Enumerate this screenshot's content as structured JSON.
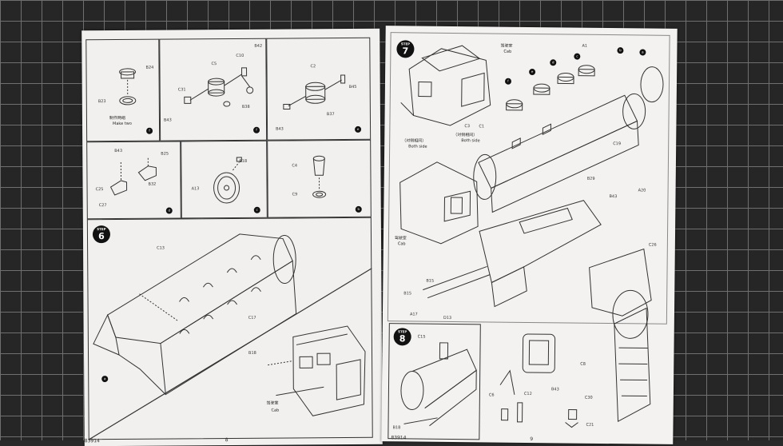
{
  "left_page": {
    "product_code": "83914",
    "page_number": "8",
    "panels": [
      {
        "id": "a",
        "marker": "f",
        "parts": [
          "B24",
          "B23"
        ],
        "caption": "制作两组",
        "caption_en": "Make two"
      },
      {
        "id": "b",
        "marker": "f",
        "parts": [
          "C5",
          "C10",
          "B42",
          "C31",
          "B43",
          "B38"
        ]
      },
      {
        "id": "c",
        "marker": "e",
        "parts": [
          "C2",
          "B43",
          "B45",
          "B37"
        ]
      },
      {
        "id": "d",
        "marker": "d",
        "parts": [
          "B43",
          "B25",
          "B32",
          "C25",
          "C27"
        ]
      },
      {
        "id": "e",
        "marker": "c",
        "parts": [
          "B18",
          "A13"
        ]
      },
      {
        "id": "f",
        "marker": "b",
        "parts": [
          "C4",
          "C9"
        ]
      }
    ],
    "step6": {
      "step_word": "STEP",
      "number": "6",
      "parts": [
        "C13",
        "C17",
        "B18"
      ],
      "marker": "a",
      "cab_label": "驾驶室",
      "cab_label_en": "Cab"
    }
  },
  "right_page": {
    "product_code": "83914",
    "page_number": "9",
    "step7": {
      "step_word": "STEP",
      "number": "7",
      "cab_top_label": "驾驶室",
      "cab_top_label_en": "Cab",
      "parts_top": [
        "C3",
        "C1",
        "A1"
      ],
      "both_side_cn_left": "（对侧相同）",
      "both_side_en_left": "Both side",
      "both_side_cn_right": "（对侧相同）",
      "both_side_en_right": "Both side",
      "markers": [
        "a",
        "b",
        "c",
        "d",
        "e",
        "f"
      ],
      "parts_right": [
        "C19",
        "B29",
        "B43",
        "A20",
        "C26"
      ],
      "cab_mid_label": "驾驶室",
      "cab_mid_label_en": "Cab",
      "parts_mid": [
        "B15",
        "B15",
        "A17",
        "D13",
        "C8"
      ]
    },
    "step8": {
      "step_word": "STEP",
      "number": "8",
      "parts": [
        "C15",
        "C6",
        "C12",
        "B43",
        "C30",
        "C21",
        "B18"
      ]
    }
  }
}
